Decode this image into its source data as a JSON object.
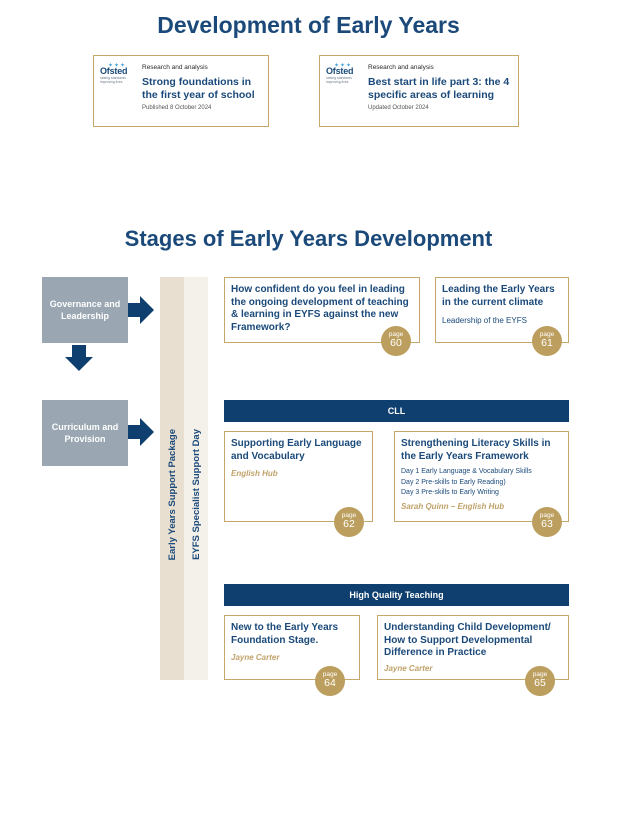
{
  "header": {
    "title": "Development of Early Years"
  },
  "publications": [
    {
      "logo": "Ofsted",
      "logo_tagline": "raising standards improving lives",
      "kicker": "Research and analysis",
      "title": "Strong foundations in the first year of school",
      "date": "Published 8 October 2024"
    },
    {
      "logo": "Ofsted",
      "logo_tagline": "raising standards improving lives",
      "kicker": "Research and analysis",
      "title": "Best start in life part 3: the 4 specific areas of learning",
      "date": "Updated October 2024"
    }
  ],
  "stages": {
    "title": "Stages of Early Years Development",
    "left_boxes": [
      "Governance and Leadership",
      "Curriculum and Provision"
    ],
    "strips": [
      "Early Years Support Package",
      "EYFS Specialist Support Day"
    ],
    "page_word": "page",
    "cards": {
      "confident": {
        "title": "How confident do you feel in leading the ongoing development of teaching & learning in EYFS against the new Framework?",
        "page": "60"
      },
      "leading": {
        "title": "Leading the Early Years in the current climate",
        "subtitle": "Leadership of the EYFS",
        "page": "61"
      },
      "supporting": {
        "title": "Supporting Early Language and Vocabulary",
        "presenter": "English Hub",
        "page": "62"
      },
      "literacy": {
        "title": "Strengthening Literacy Skills in the Early Years Framework",
        "days": [
          "Day 1 Early Language & Vocabulary Skills",
          "Day 2 Pre-skills to Early Reading)",
          "Day 3 Pre-skills to Early Writing"
        ],
        "presenter": "Sarah Quinn – English Hub",
        "page": "63"
      },
      "new_eyfs": {
        "title": "New to the Early Years Foundation Stage.",
        "presenter": "Jayne Carter",
        "page": "64"
      },
      "understanding": {
        "title": "Understanding Child Development/ How to Support Developmental Difference in Practice",
        "presenter": "Jayne Carter",
        "page": "65"
      }
    },
    "banners": {
      "cll": "CLL",
      "hqt": "High Quality Teaching"
    }
  },
  "colors": {
    "navy": "#0f3f6e",
    "gold": "#c8a86a",
    "badge": "#bc9f5f",
    "grey": "#9aa7b2"
  },
  "icons": [
    "arrow-right-icon",
    "arrow-down-icon",
    "ofsted-logo"
  ]
}
